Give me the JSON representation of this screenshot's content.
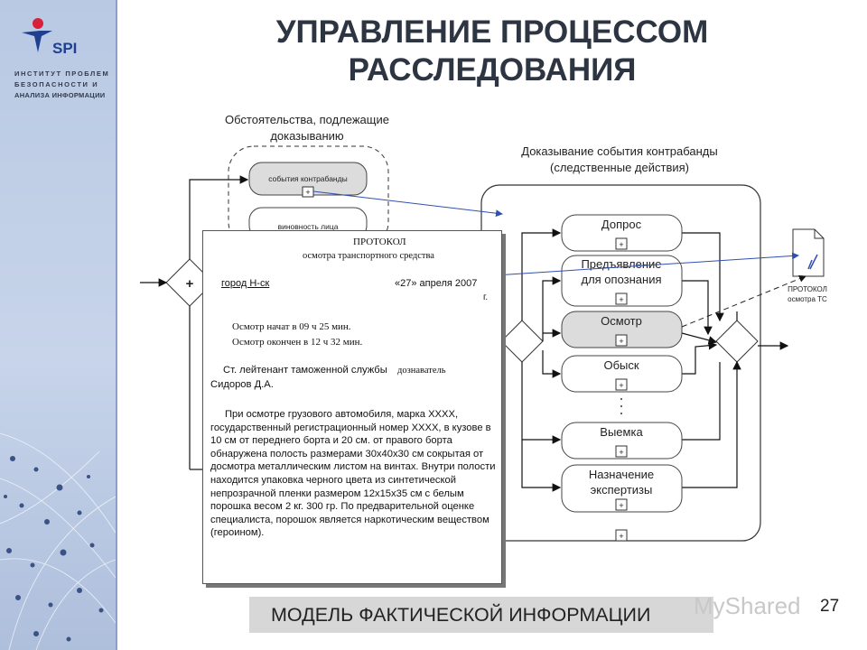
{
  "sidebar": {
    "logo": "SPI",
    "institute_lines": [
      "ИНСТИТУТ ПРОБЛЕМ",
      "БЕЗОПАСНОСТИ И",
      "АНАЛИЗА ИНФОРМАЦИИ"
    ]
  },
  "title_lines": [
    "УПРАВЛЕНИЕ ПРОЦЕССОМ",
    "РАССЛЕДОВАНИЯ"
  ],
  "diagram": {
    "circumstances_label": [
      "Обстоятельства, подлежащие",
      "доказыванию"
    ],
    "circ_items": [
      "события контрабанды",
      "виновность лица"
    ],
    "proof_label": [
      "Доказывание события контрабанды",
      "(следственные действия)"
    ],
    "actions": [
      [
        "Допрос"
      ],
      [
        "Предъявление",
        "для опознания"
      ],
      [
        "Осмотр"
      ],
      [
        "Обыск"
      ],
      [
        "Выемка"
      ],
      [
        "Назначение",
        "экспертизы"
      ]
    ],
    "plus": "+",
    "doc_caption": [
      "ПРОТОКОЛ",
      "осмотра ТС"
    ]
  },
  "protocol": {
    "heading": "ПРОТОКОЛ",
    "subheading": "осмотра транспортного средства",
    "city": "город Н-ск",
    "date": "«27» апреля 2007",
    "date_suffix": "г.",
    "start": "Осмотр начат  в 09 ч 25 мин.",
    "end": "Осмотр окончен в 12 ч 32 мин.",
    "officer_rank": "Ст. лейтенант таможенной службы",
    "officer_role": "дознаватель",
    "officer_name": "Сидоров Д.А.",
    "body": "При осмотре грузового автомобиля, марка XXXX, государственный регистрационный номер XXXX, в кузове в 10 см от переднего борта и 20 см. от правого борта обнаружена полость размерами 30х40х30 см сокрытая от досмотра металлическим листом на винтах. Внутри полости находится упаковка черного цвета из синтетической непрозрачной пленки размером 12х15х35 см с белым порошка весом 2 кг. 300 гр. По предварительной оценке специалиста, порошок является наркотическим веществом (героином)."
  },
  "banner": "МОДЕЛЬ ФАКТИЧЕСКОЙ ИНФОРМАЦИИ",
  "watermark": "MyShared",
  "page_number": "27",
  "colors": {
    "title": "#2e3542",
    "sidebar": "#c7d4ea",
    "arrow_blue": "#3050b0",
    "logo_red": "#d8203a",
    "logo_blue": "#1f3f8f"
  }
}
